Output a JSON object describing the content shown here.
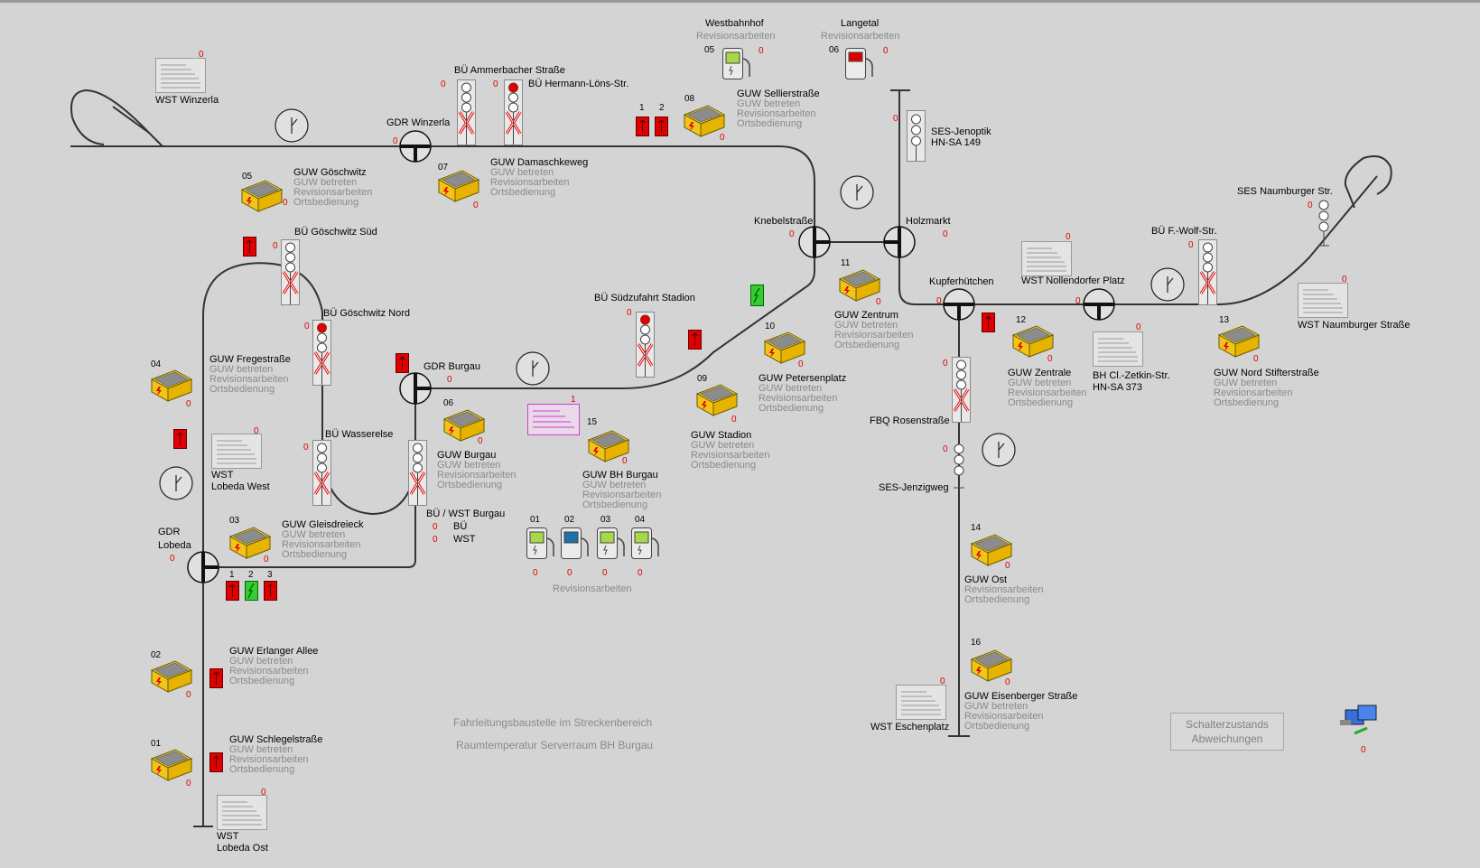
{
  "colors": {
    "alarm": "#e00000",
    "track": "#333333",
    "building": "#f0c419",
    "cabinet_red": "#e00000",
    "cabinet_green": "#33cc33",
    "highlight": "#d23dd2",
    "text_gray": "#8a8a8a"
  },
  "common": {
    "zero": "0",
    "one": "1",
    "two": "2",
    "three": "3",
    "sub_betreten": "GUW betreten",
    "sub_revision": "Revisionsarbeiten",
    "sub_ortsbed": "Ortsbedienung"
  },
  "guw": [
    {
      "num": "05",
      "title": "GUW Göschwitz"
    },
    {
      "num": "07",
      "title": "GUW Damaschkeweg"
    },
    {
      "num": "08",
      "title": "GUW Sellierstraße"
    },
    {
      "num": "04",
      "title": "GUW Fregestraße"
    },
    {
      "num": "06",
      "title": "GUW Burgau"
    },
    {
      "num": "15",
      "title": "GUW BH Burgau"
    },
    {
      "num": "03",
      "title": "GUW Gleisdreieck"
    },
    {
      "num": "02",
      "title": "GUW Erlanger Allee"
    },
    {
      "num": "01",
      "title": "GUW Schlegelstraße"
    },
    {
      "num": "11",
      "title": "GUW Zentrum"
    },
    {
      "num": "10",
      "title": "GUW Petersenplatz"
    },
    {
      "num": "09",
      "title": "GUW Stadion"
    },
    {
      "num": "12",
      "title": "GUW Zentrale"
    },
    {
      "num": "13",
      "title": "GUW Nord Stifterstraße"
    },
    {
      "num": "14",
      "title": "GUW Ost"
    },
    {
      "num": "16",
      "title": "GUW Eisenberger Straße"
    }
  ],
  "gdr": {
    "winzerla": "GDR Winzerla",
    "burgau": "GDR Burgau",
    "lobeda_1": "GDR",
    "lobeda_2": "Lobeda",
    "knebel": "Knebelstraße",
    "holzmarkt": "Holzmarkt",
    "kupfer": "Kupferhütchen",
    "nollendorf": "WST Nollendorfer Platz"
  },
  "bue": {
    "ammerbacher": "BÜ Ammerbacher Straße",
    "loens": "BÜ Hermann-Löns-Str.",
    "goeschwitz_sued": "BÜ Göschwitz Süd",
    "goeschwitz_nord": "BÜ Göschwitz Nord",
    "wasserelse": "BÜ Wasserelse",
    "wst_burgau": "BÜ / WST Burgau",
    "wst_burgau_b": "BÜ",
    "wst_burgau_w": "WST",
    "suedzufahrt": "BÜ Südzufahrt Stadion",
    "fwolf": "BÜ F.-Wolf-Str.",
    "rosen": "FBQ Rosenstraße"
  },
  "wst": {
    "winzerla": "WST Winzerla",
    "lobeda_west_1": "WST",
    "lobeda_west_2": "Lobeda West",
    "lobeda_ost_1": "WST",
    "lobeda_ost_2": "Lobeda Ost",
    "naumburger": "WST Naumburger Straße",
    "eschenplatz": "WST Eschenplatz",
    "zetkin_1": "BH Cl.-Zetkin-Str.",
    "zetkin_2": "HN-SA 373"
  },
  "ses": {
    "jenoptik_1": "SES-Jenoptik",
    "jenoptik_2": "HN-SA 149",
    "naumburger": "SES Naumburger Str.",
    "jenzigweg": "SES-Jenzigweg"
  },
  "stations": {
    "west_title": "Westbahnhof",
    "west_sub": "Revisionsarbeiten",
    "west_num": "05",
    "lange_title": "Langetal",
    "lange_sub": "Revisionsarbeiten",
    "lange_num": "06"
  },
  "pumps": {
    "nums": [
      "01",
      "02",
      "03",
      "04"
    ],
    "caption": "Revisionsarbeiten"
  },
  "center": {
    "line1": "Fahrleitungsbaustelle im Streckenbereich",
    "line2": "Raumtemperatur Serverraum BH Burgau"
  },
  "button": {
    "line1": "Schalterzustands",
    "line2": "Abweichungen"
  }
}
